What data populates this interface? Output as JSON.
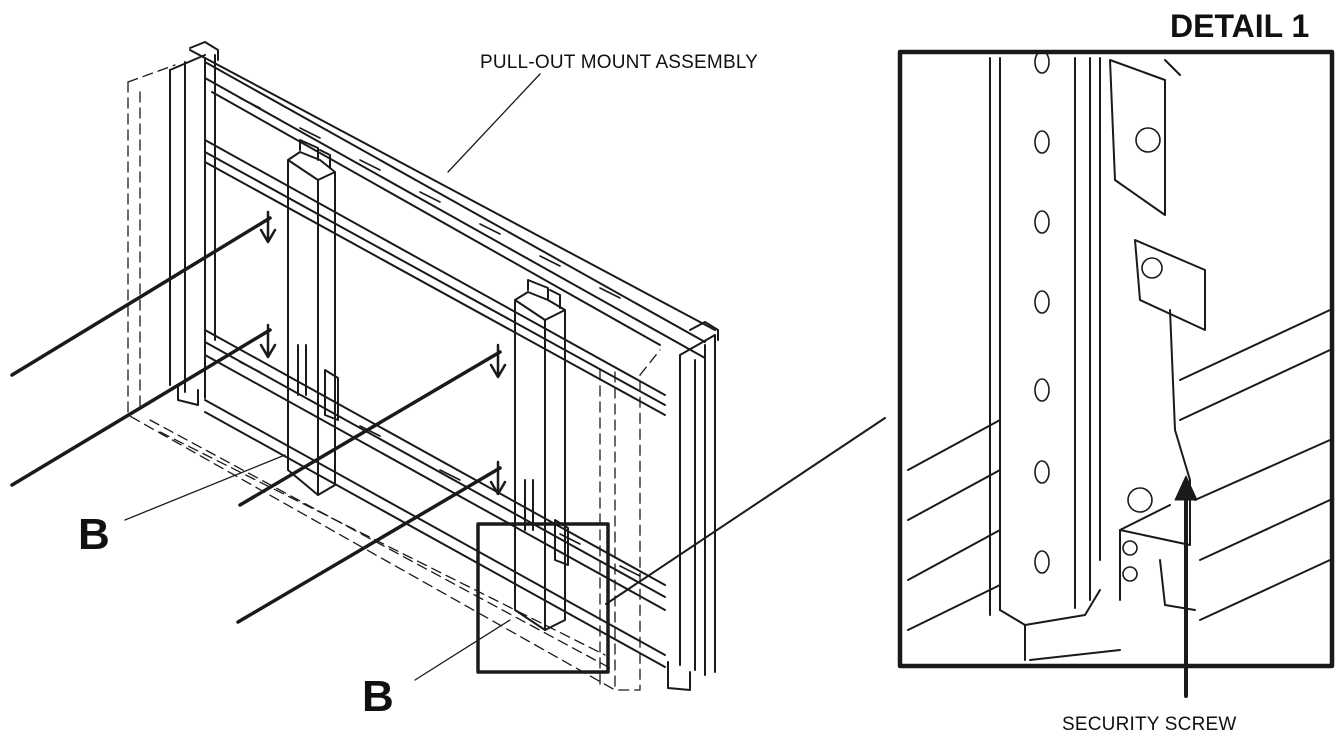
{
  "labels": {
    "assembly": "PULL-OUT MOUNT ASSEMBLY",
    "detail_title": "DETAIL 1",
    "callout_left": "B",
    "callout_right": "B",
    "security_screw": "SECURITY SCREW"
  },
  "colors": {
    "line": "#1a1a1a",
    "background": "#ffffff"
  }
}
